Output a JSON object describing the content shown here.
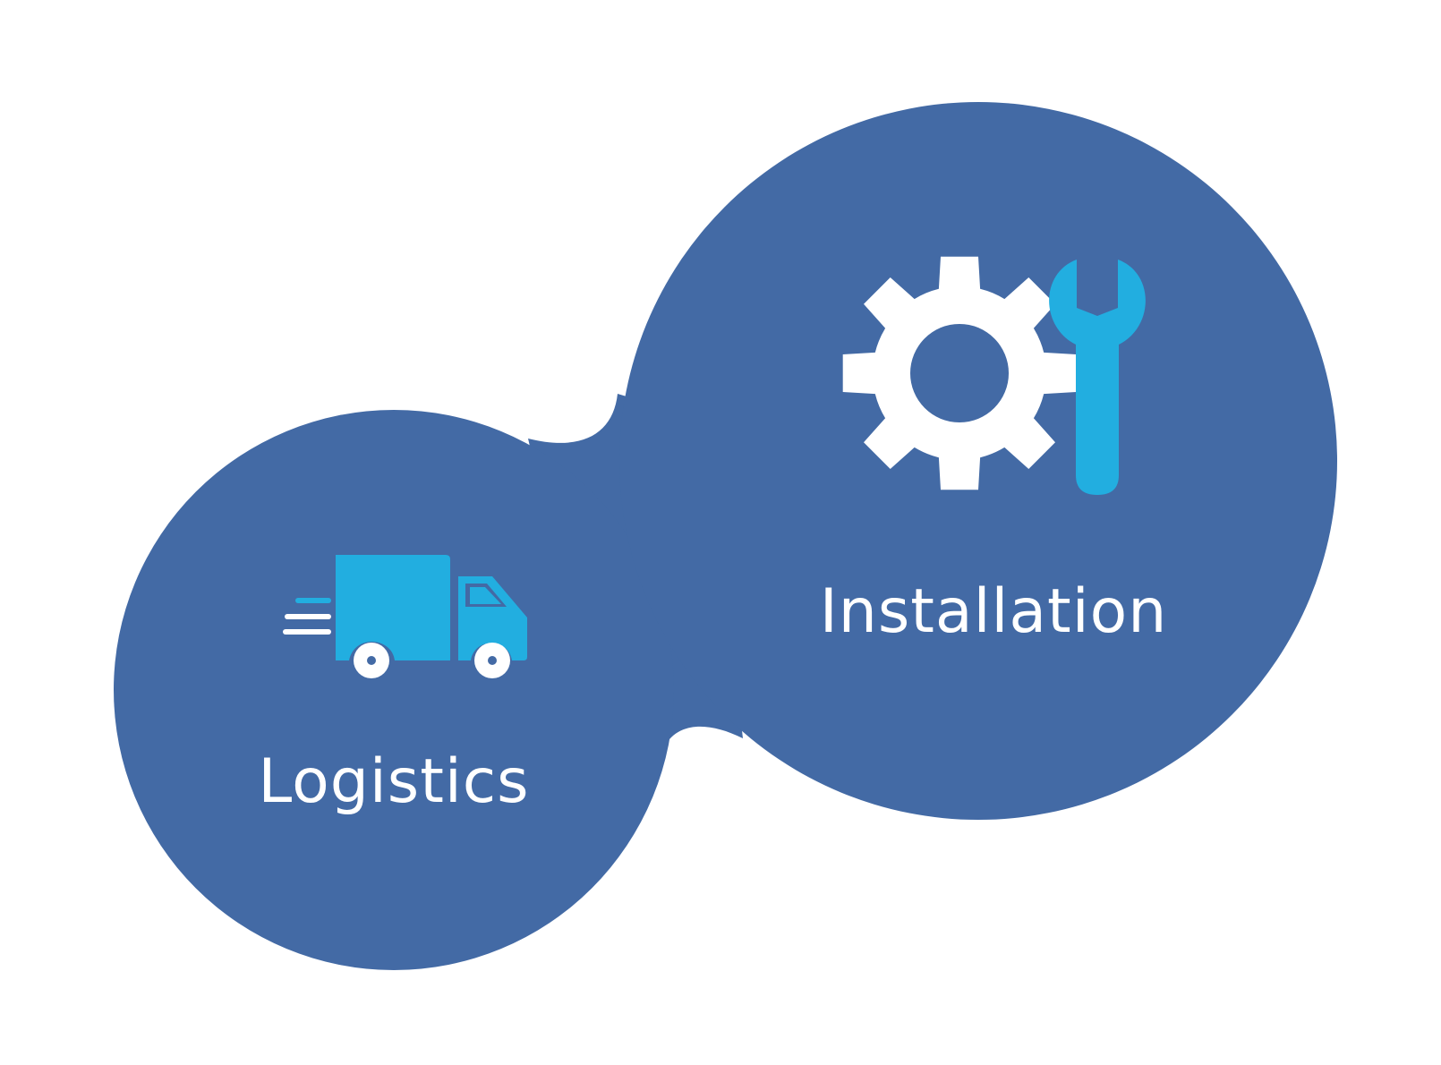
{
  "colors": {
    "blob": "#436AA5",
    "accent": "#22AEE0",
    "icon_white": "#FFFFFF",
    "background": "#FFFFFF"
  },
  "nodes": [
    {
      "id": "logistics",
      "label": "Logistics",
      "icon": "delivery-truck-icon"
    },
    {
      "id": "installation",
      "label": "Installation",
      "icon": "gear-wrench-icon"
    }
  ]
}
